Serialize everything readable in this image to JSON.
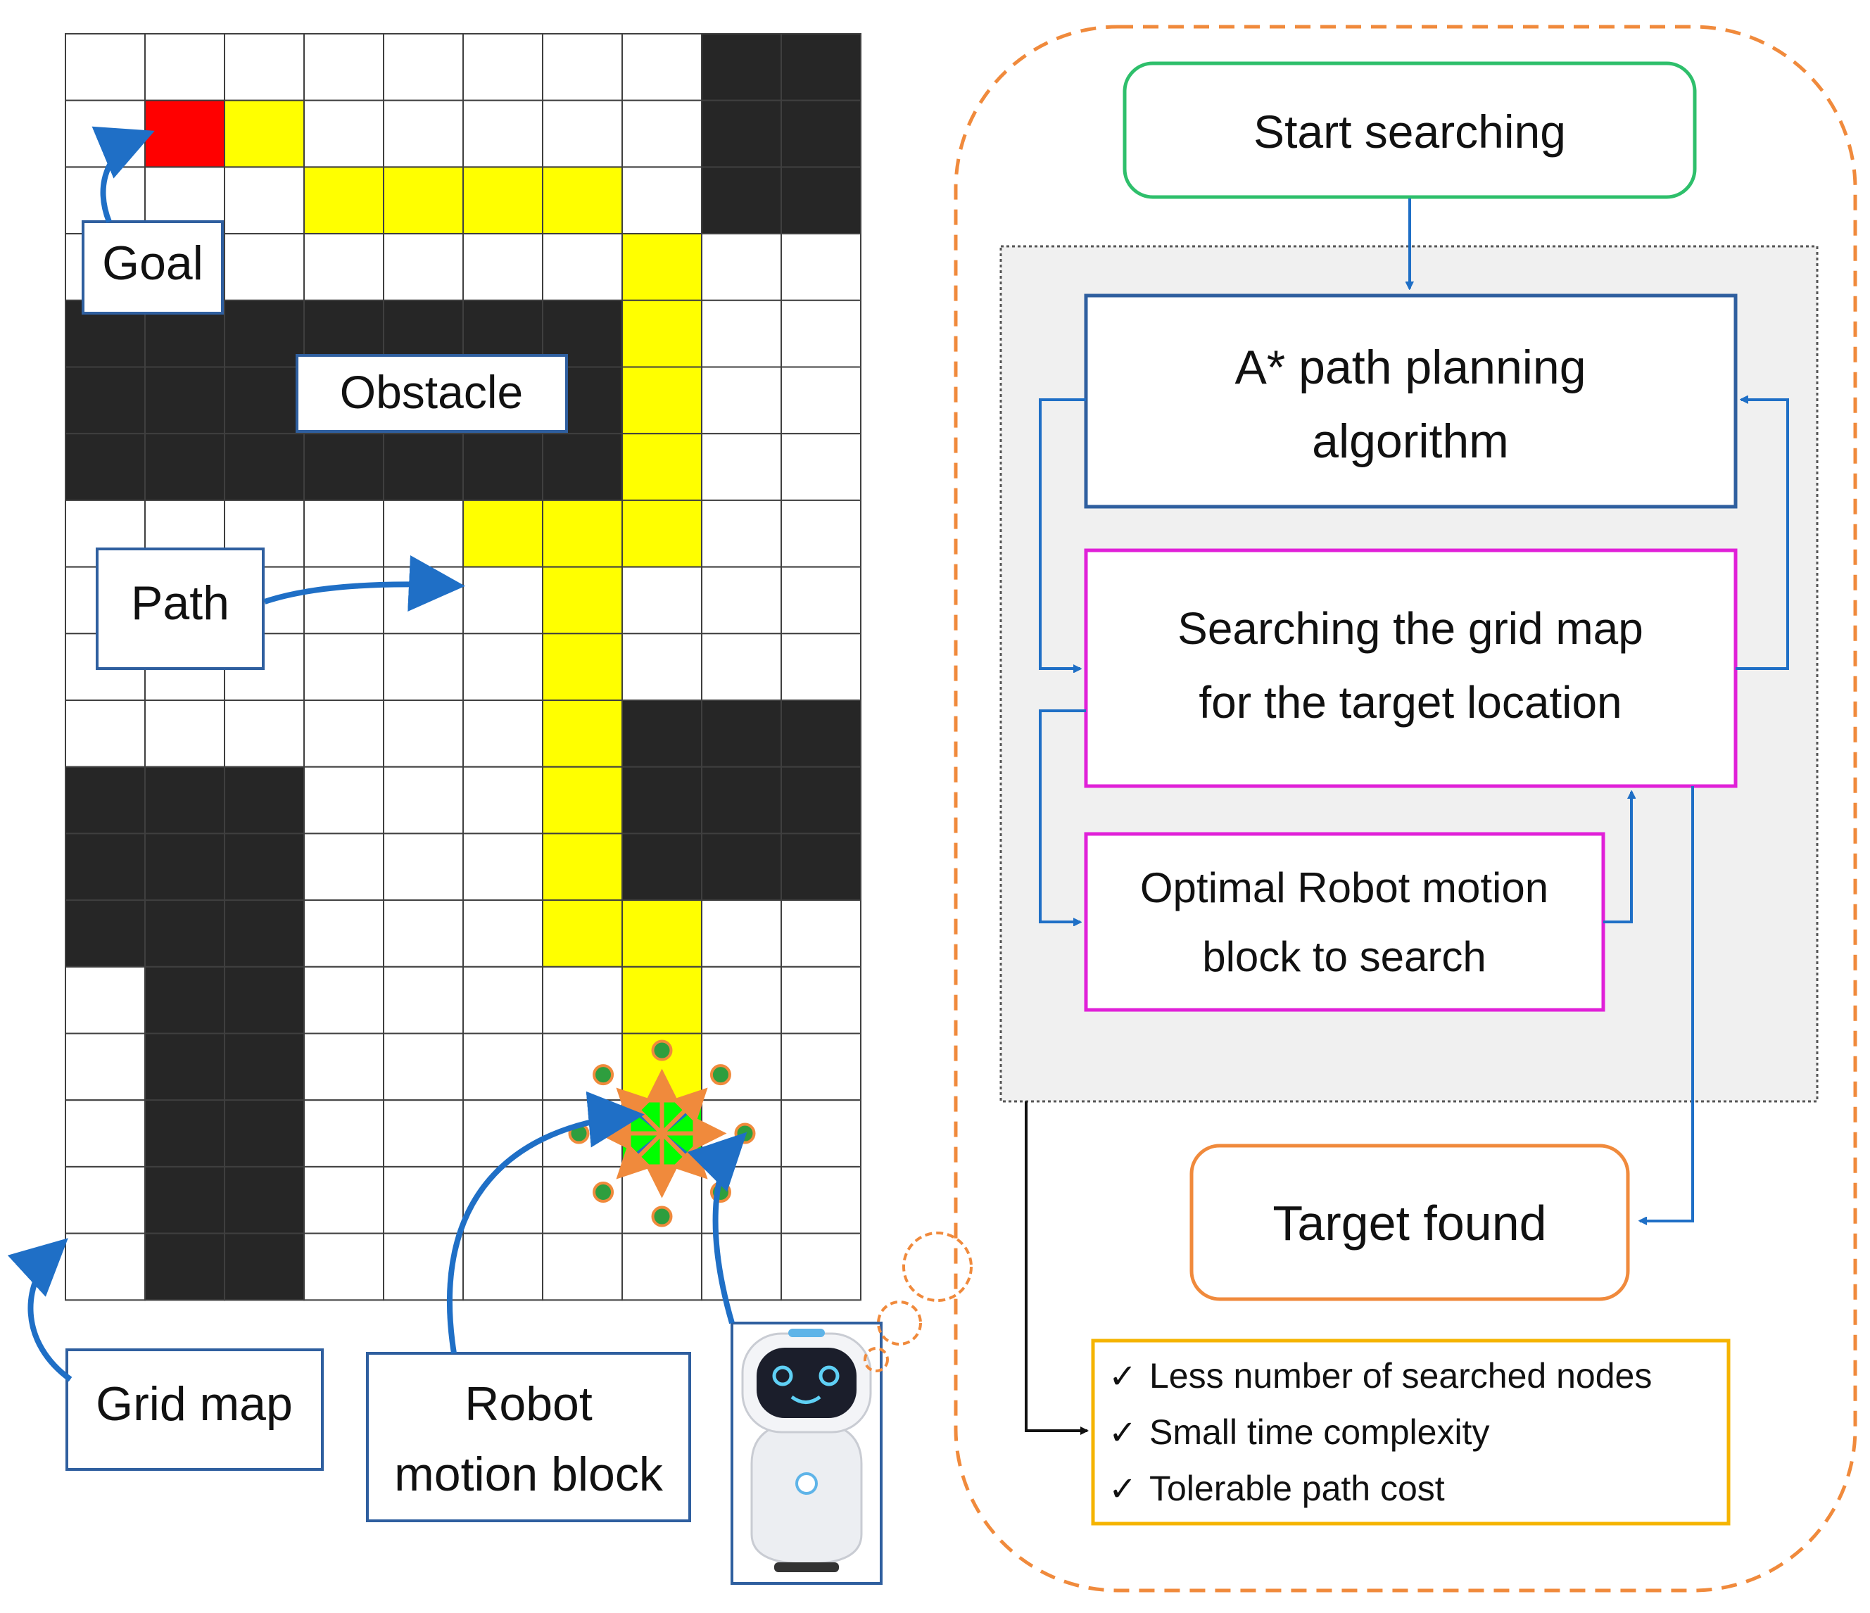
{
  "grid": {
    "cols": 10,
    "rows": 19,
    "cells": [
      "........##",
      ".GP.....##",
      "...PPPP.##",
      ".......P..",
      "#######P..",
      "#######P..",
      "#######P..",
      ".....PPP..",
      "......P...",
      "......P...",
      "......P###",
      "###...P###",
      "###...P###",
      "###...PP..",
      ".##....P..",
      ".##....P..",
      ".##....R..",
      ".##.......",
      ".##......."
    ],
    "colors": {
      "obstacle": "#262626",
      "path": "#ffff00",
      "goal": "#ff0000",
      "robot": "#00ff00",
      "line": "#3f3f3f",
      "arrow": "#1f6fc6",
      "neighbor_arrow": "#f08a3c",
      "neighbor_dot": "#2e9e3e"
    }
  },
  "labels": {
    "goal": "Goal",
    "obstacle": "Obstacle",
    "path": "Path",
    "grid_map": "Grid map",
    "robot_motion_block_line1": "Robot",
    "robot_motion_block_line2": "motion block"
  },
  "flowchart": {
    "start": "Start searching",
    "astar_line1": "A* path planning",
    "astar_line2": "algorithm",
    "search_line1": "Searching the grid map",
    "search_line2": "for the target location",
    "motion_line1": "Optimal Robot motion",
    "motion_line2": "block to search",
    "target": "Target found",
    "results": [
      "Less number of searched nodes",
      "Small time complexity",
      "Tolerable path cost"
    ],
    "check_mark": "✓",
    "colors": {
      "start_border": "#2ebf6b",
      "astar_border": "#2f5f9f",
      "search_border": "#e020d8",
      "target_border": "#f08a3c",
      "results_border": "#f5b400",
      "bubble": "#f08a3c",
      "connector": "#1f6fc6",
      "panel_bg": "#f0f0f0"
    }
  },
  "robot_icon": "robot-icon"
}
